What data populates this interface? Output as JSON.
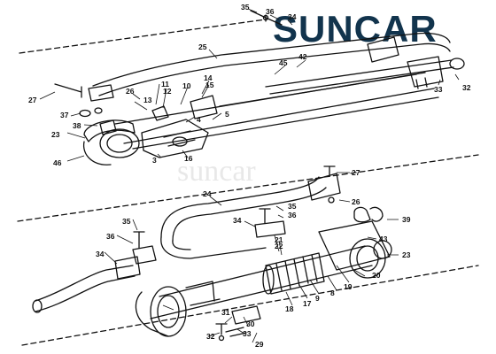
{
  "logo": {
    "text": "SUNCAR",
    "color": "#12344d",
    "accent": "#e8a21a"
  },
  "watermark": {
    "text": "suncar"
  },
  "callouts": {
    "upper": [
      "35",
      "36",
      "34",
      "25",
      "42",
      "45",
      "33",
      "32",
      "27",
      "26",
      "11",
      "12",
      "13",
      "10",
      "14",
      "15",
      "37",
      "38",
      "4",
      "5",
      "23",
      "46",
      "3",
      "16"
    ],
    "lower": [
      "27",
      "24",
      "26",
      "39",
      "35",
      "36",
      "34",
      "21",
      "22",
      "43",
      "35",
      "36",
      "34",
      "23",
      "18",
      "17",
      "9",
      "8",
      "19",
      "20",
      "30",
      "29",
      "31",
      "32",
      "33"
    ]
  }
}
